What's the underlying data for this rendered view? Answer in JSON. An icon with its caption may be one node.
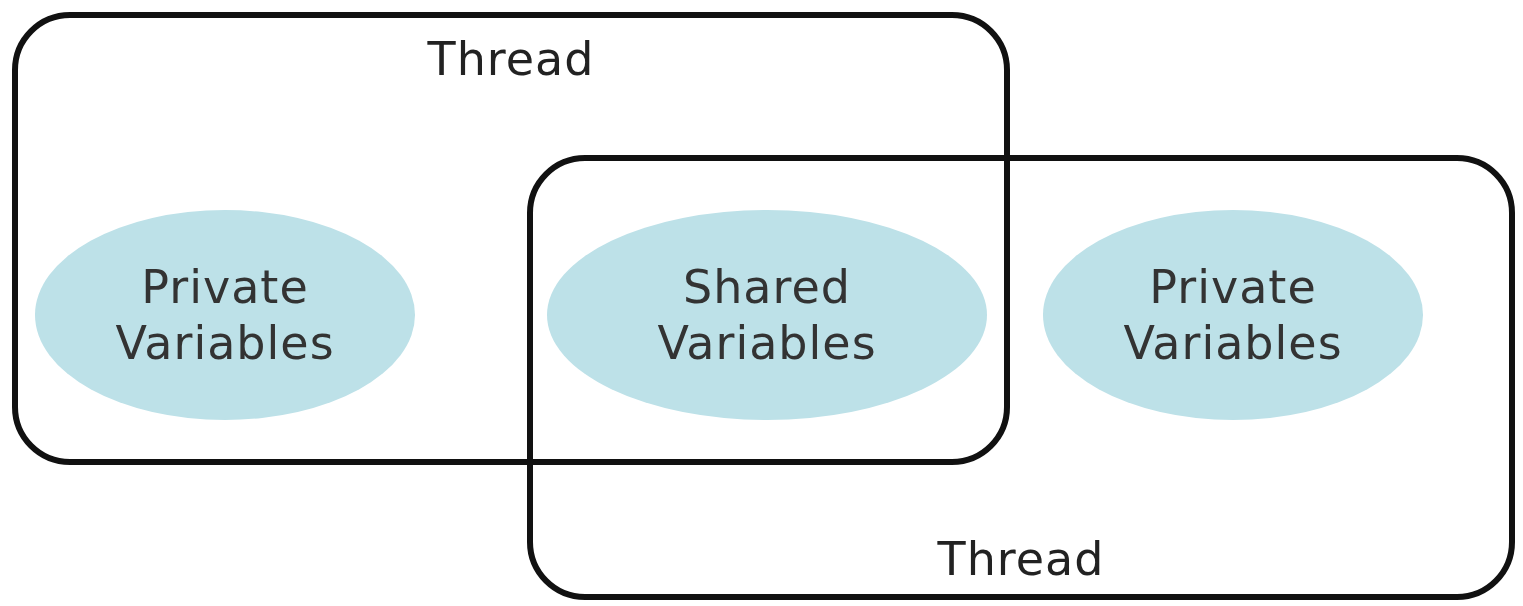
{
  "diagram": {
    "nodes": [
      {
        "text": [
          "Thread"
        ]
      },
      {
        "text": [
          "Private Variables"
        ],
        "in": 0
      },
      {
        "text": [
          "Shared Variables"
        ]
      },
      {
        "text": [
          "Thread"
        ]
      },
      {
        "text": [
          "Private Variables"
        ],
        "in": 3
      }
    ]
  }
}
